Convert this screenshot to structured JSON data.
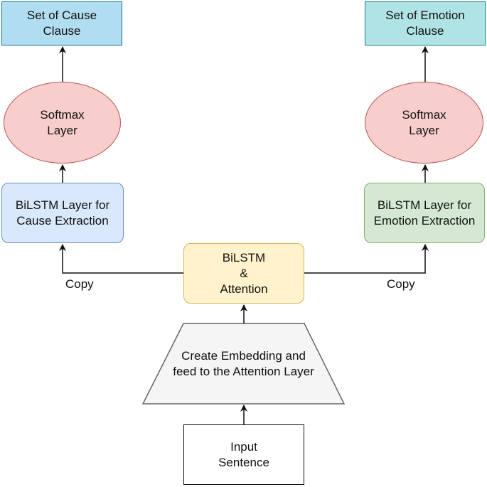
{
  "nodes": {
    "cause_set": [
      "Set of Cause",
      "Clause"
    ],
    "emotion_set": [
      "Set of Emotion",
      "Clause"
    ],
    "softmax_left": [
      "Softmax",
      "Layer"
    ],
    "softmax_right": [
      "Softmax",
      "Layer"
    ],
    "bilstm_cause": [
      "BiLSTM Layer for",
      "Cause Extraction"
    ],
    "bilstm_emotion": [
      "BiLSTM Layer for",
      "Emotion Extraction"
    ],
    "bilstm_attention": [
      "BiLSTM",
      "&",
      "Attention"
    ],
    "embedding": [
      "Create Embedding and",
      "feed to the Attention Layer"
    ],
    "input_sentence": [
      "Input",
      "Sentence"
    ]
  },
  "edges": {
    "copy_left": "Copy",
    "copy_right": "Copy"
  },
  "colors": {
    "cause_set_fill": "#b1ddf0",
    "emotion_set_fill": "#b0e3e6",
    "softmax_fill": "#f8cecc",
    "bilstm_cause_fill": "#dae8fc",
    "bilstm_emotion_fill": "#d5e8d4",
    "attention_fill": "#fff2cc",
    "embedding_fill": "#f5f5f5"
  }
}
